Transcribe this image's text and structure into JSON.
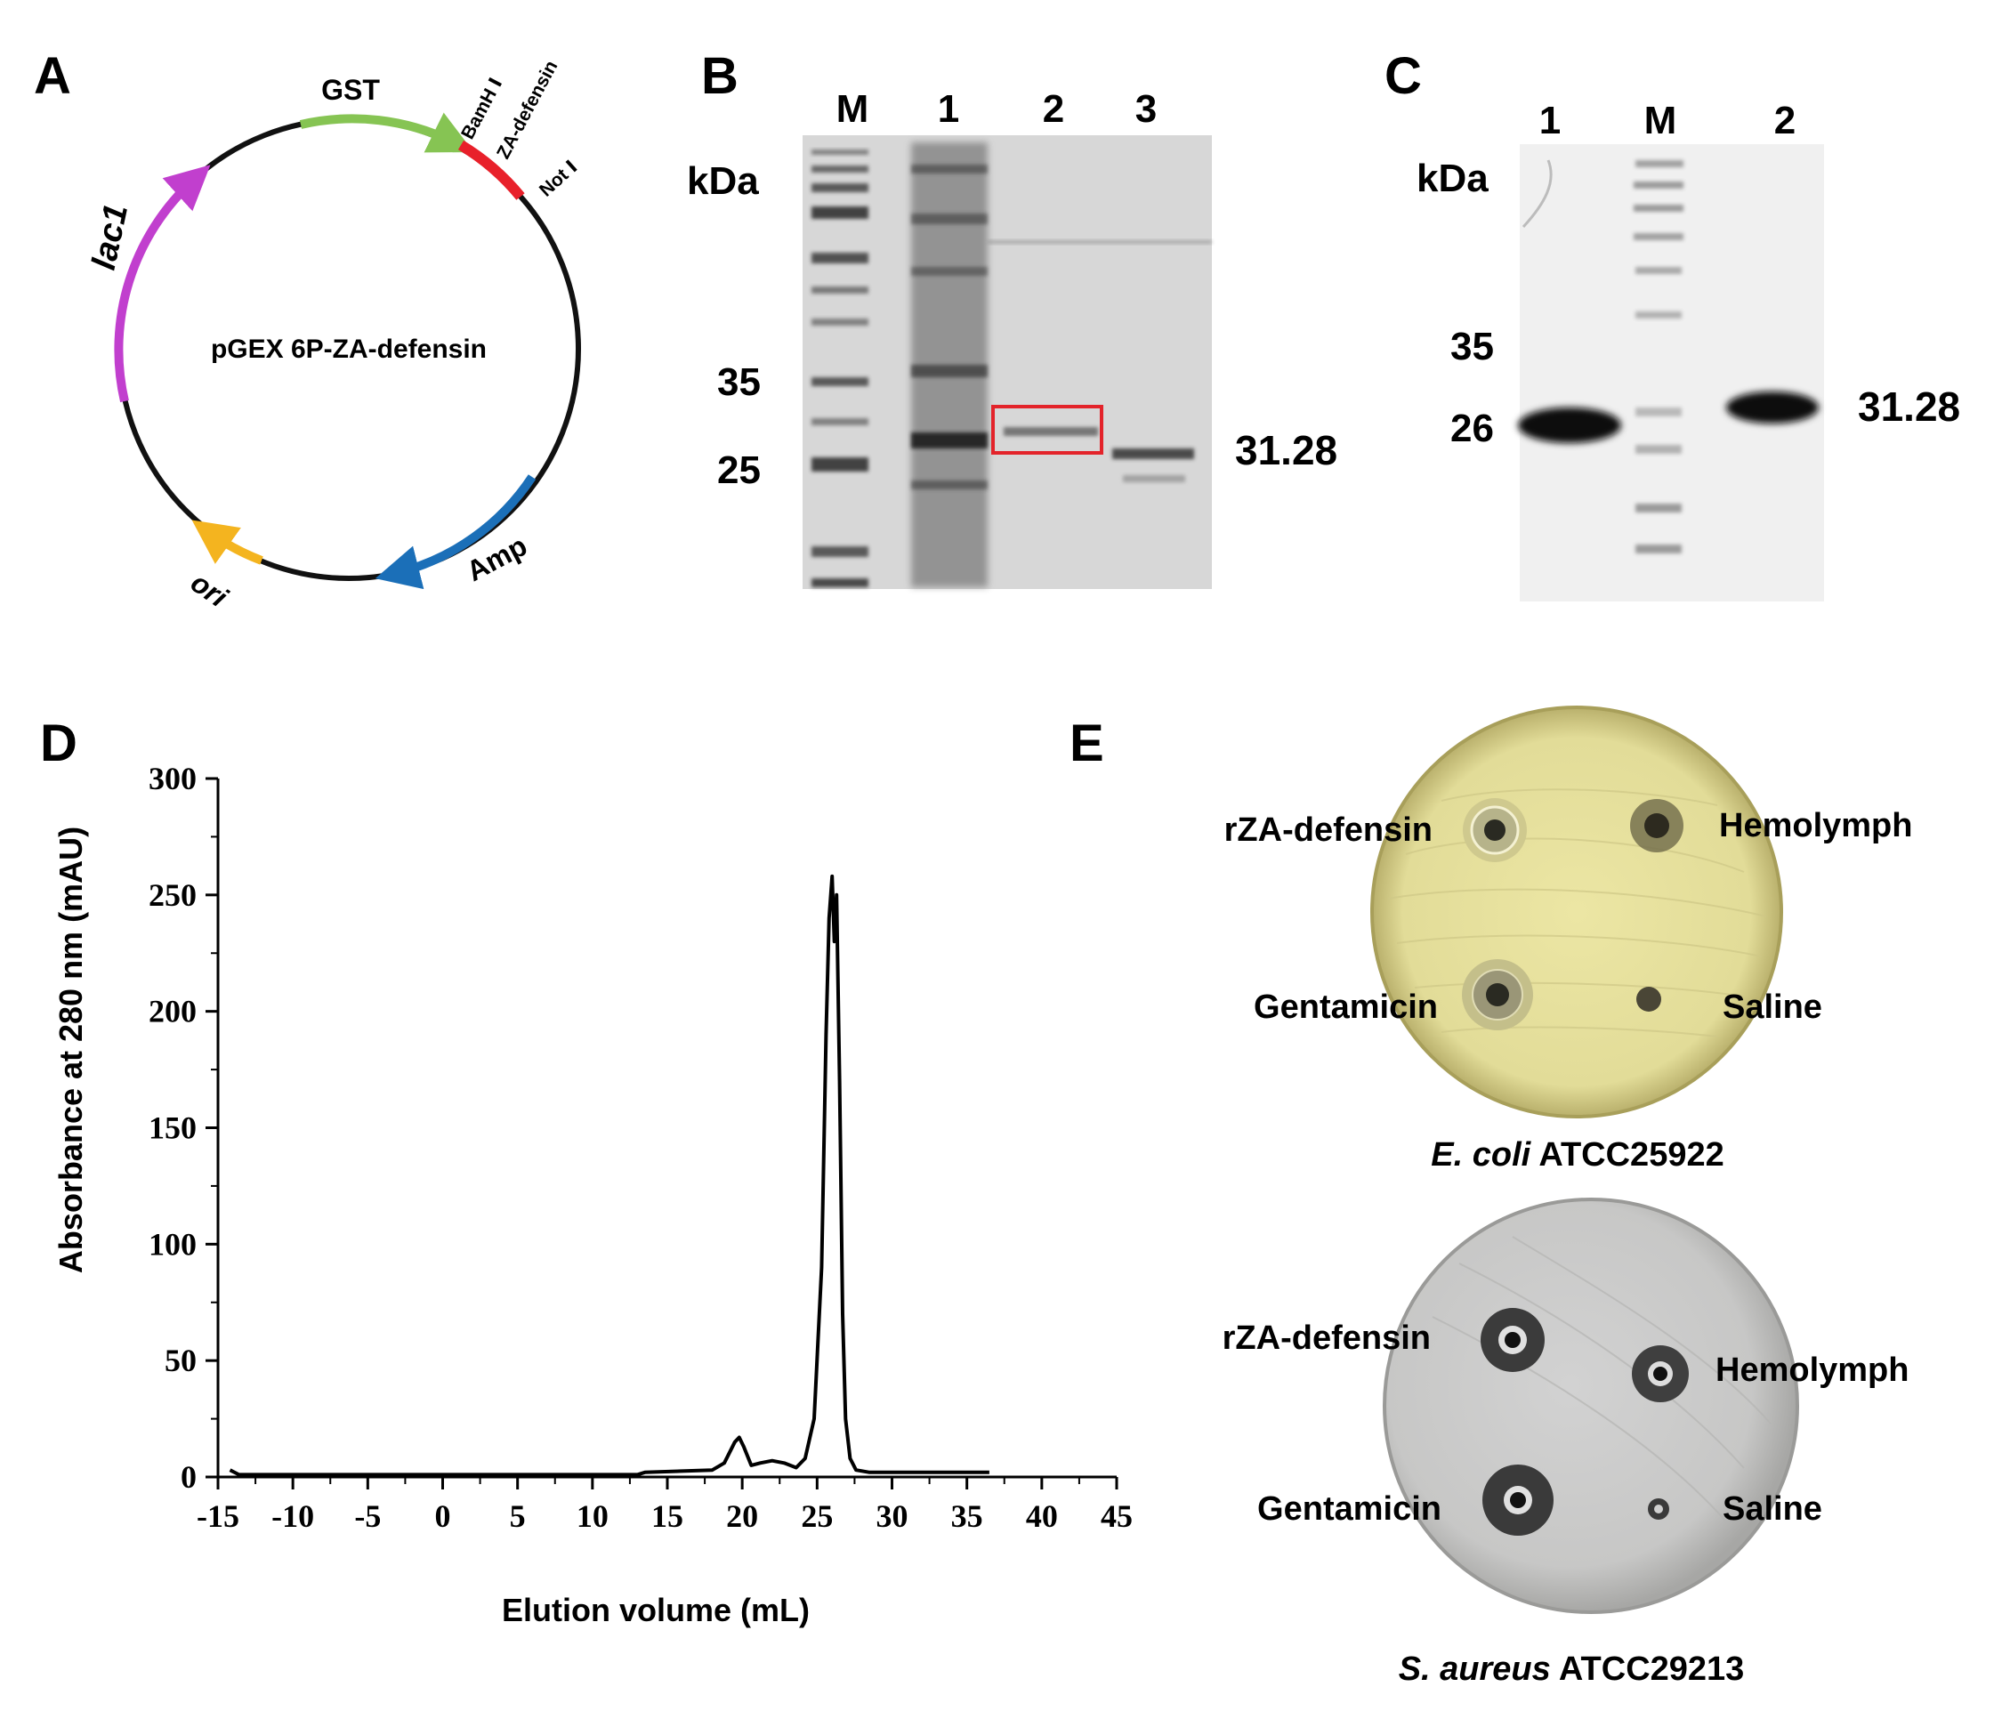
{
  "panels": {
    "a": {
      "letter": "A",
      "plasmid_name": "pGEX 6P-ZA-defensin",
      "features": {
        "gst": "GST",
        "bamh": "BamH Ⅰ",
        "insert": "ZA-defensin",
        "not": "Not Ⅰ",
        "lac": "lac1",
        "ori": "ori",
        "amp": "Amp"
      },
      "colors": {
        "gst": "#86c453",
        "insert": "#e8202a",
        "lac": "#c13fce",
        "ori": "#f4b41f",
        "amp": "#1b6fb8",
        "backbone": "#111111"
      }
    },
    "b": {
      "letter": "B",
      "unit": "kDa",
      "lanes": [
        "M",
        "1",
        "2",
        "3"
      ],
      "markers": [
        "35",
        "25"
      ],
      "band_label": "31.28",
      "box_color": "#e3232a"
    },
    "c": {
      "letter": "C",
      "unit": "kDa",
      "lanes": [
        "1",
        "M",
        "2"
      ],
      "markers": [
        "35",
        "26"
      ],
      "band_label": "31.28"
    },
    "d": {
      "letter": "D"
    },
    "e": {
      "letter": "E",
      "plate1": {
        "labels": {
          "tl": "rZA-defensin",
          "tr": "Hemolymph",
          "bl": "Gentamicin",
          "br": "Saline"
        },
        "caption_italic": "E. coli",
        "caption_rest": " ATCC25922"
      },
      "plate2": {
        "labels": {
          "tl": "rZA-defensin",
          "tr": "Hemolymph",
          "bl": "Gentamicin",
          "br": "Saline"
        },
        "caption_italic": "S. aureus",
        "caption_rest": " ATCC29213"
      }
    }
  },
  "chart_data": {
    "type": "line",
    "xlabel": "Elution volume (mL)",
    "ylabel": "Absorbance at 280 nm (mAU)",
    "xlim": [
      -15,
      45
    ],
    "ylim": [
      0,
      300
    ],
    "x_ticks": [
      -15,
      -10,
      -5,
      0,
      5,
      10,
      15,
      20,
      25,
      30,
      35,
      40,
      45
    ],
    "y_ticks": [
      0,
      50,
      100,
      150,
      200,
      250,
      300
    ],
    "series": [
      {
        "x": [
          -14.2,
          -13.6,
          0,
          10,
          13,
          13.5,
          18,
          18.8,
          19.5,
          19.8,
          20.1,
          20.6,
          21.2,
          22,
          22.8,
          23.6,
          24.2,
          24.8,
          25.3,
          25.6,
          25.8,
          26.0,
          26.15,
          26.3,
          26.5,
          26.7,
          26.9,
          27.2,
          27.6,
          28.5,
          30,
          36.5
        ],
        "y": [
          3,
          1,
          1,
          1,
          1,
          2,
          3,
          6,
          15,
          17,
          13,
          5,
          6,
          7,
          6,
          4,
          8,
          25,
          90,
          190,
          240,
          258,
          230,
          250,
          170,
          70,
          25,
          8,
          3,
          2,
          2,
          2
        ]
      }
    ]
  }
}
